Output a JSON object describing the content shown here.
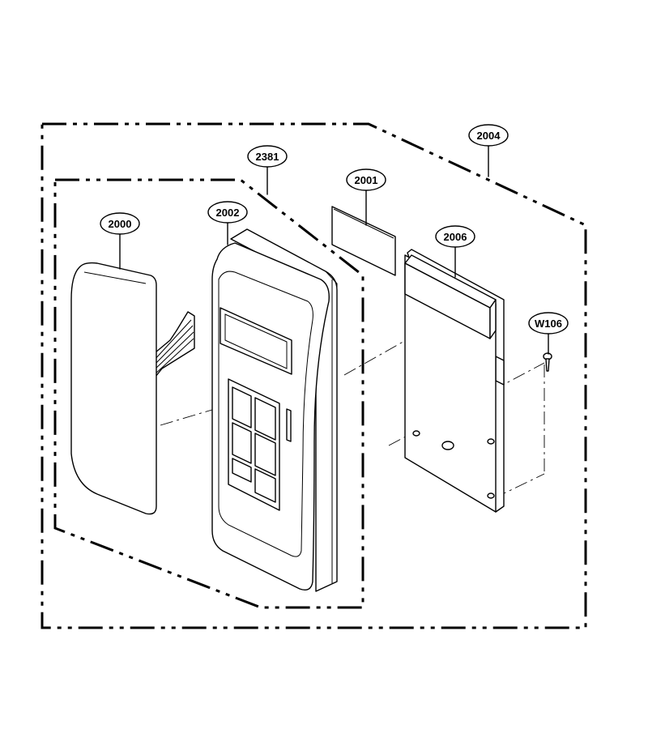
{
  "callouts": {
    "c2000": "2000",
    "c2002": "2002",
    "c2381": "2381",
    "c2001": "2001",
    "c2006": "2006",
    "c2004": "2004",
    "cW106": "W106"
  },
  "colors": {
    "line": "#000000",
    "background": "#ffffff"
  }
}
